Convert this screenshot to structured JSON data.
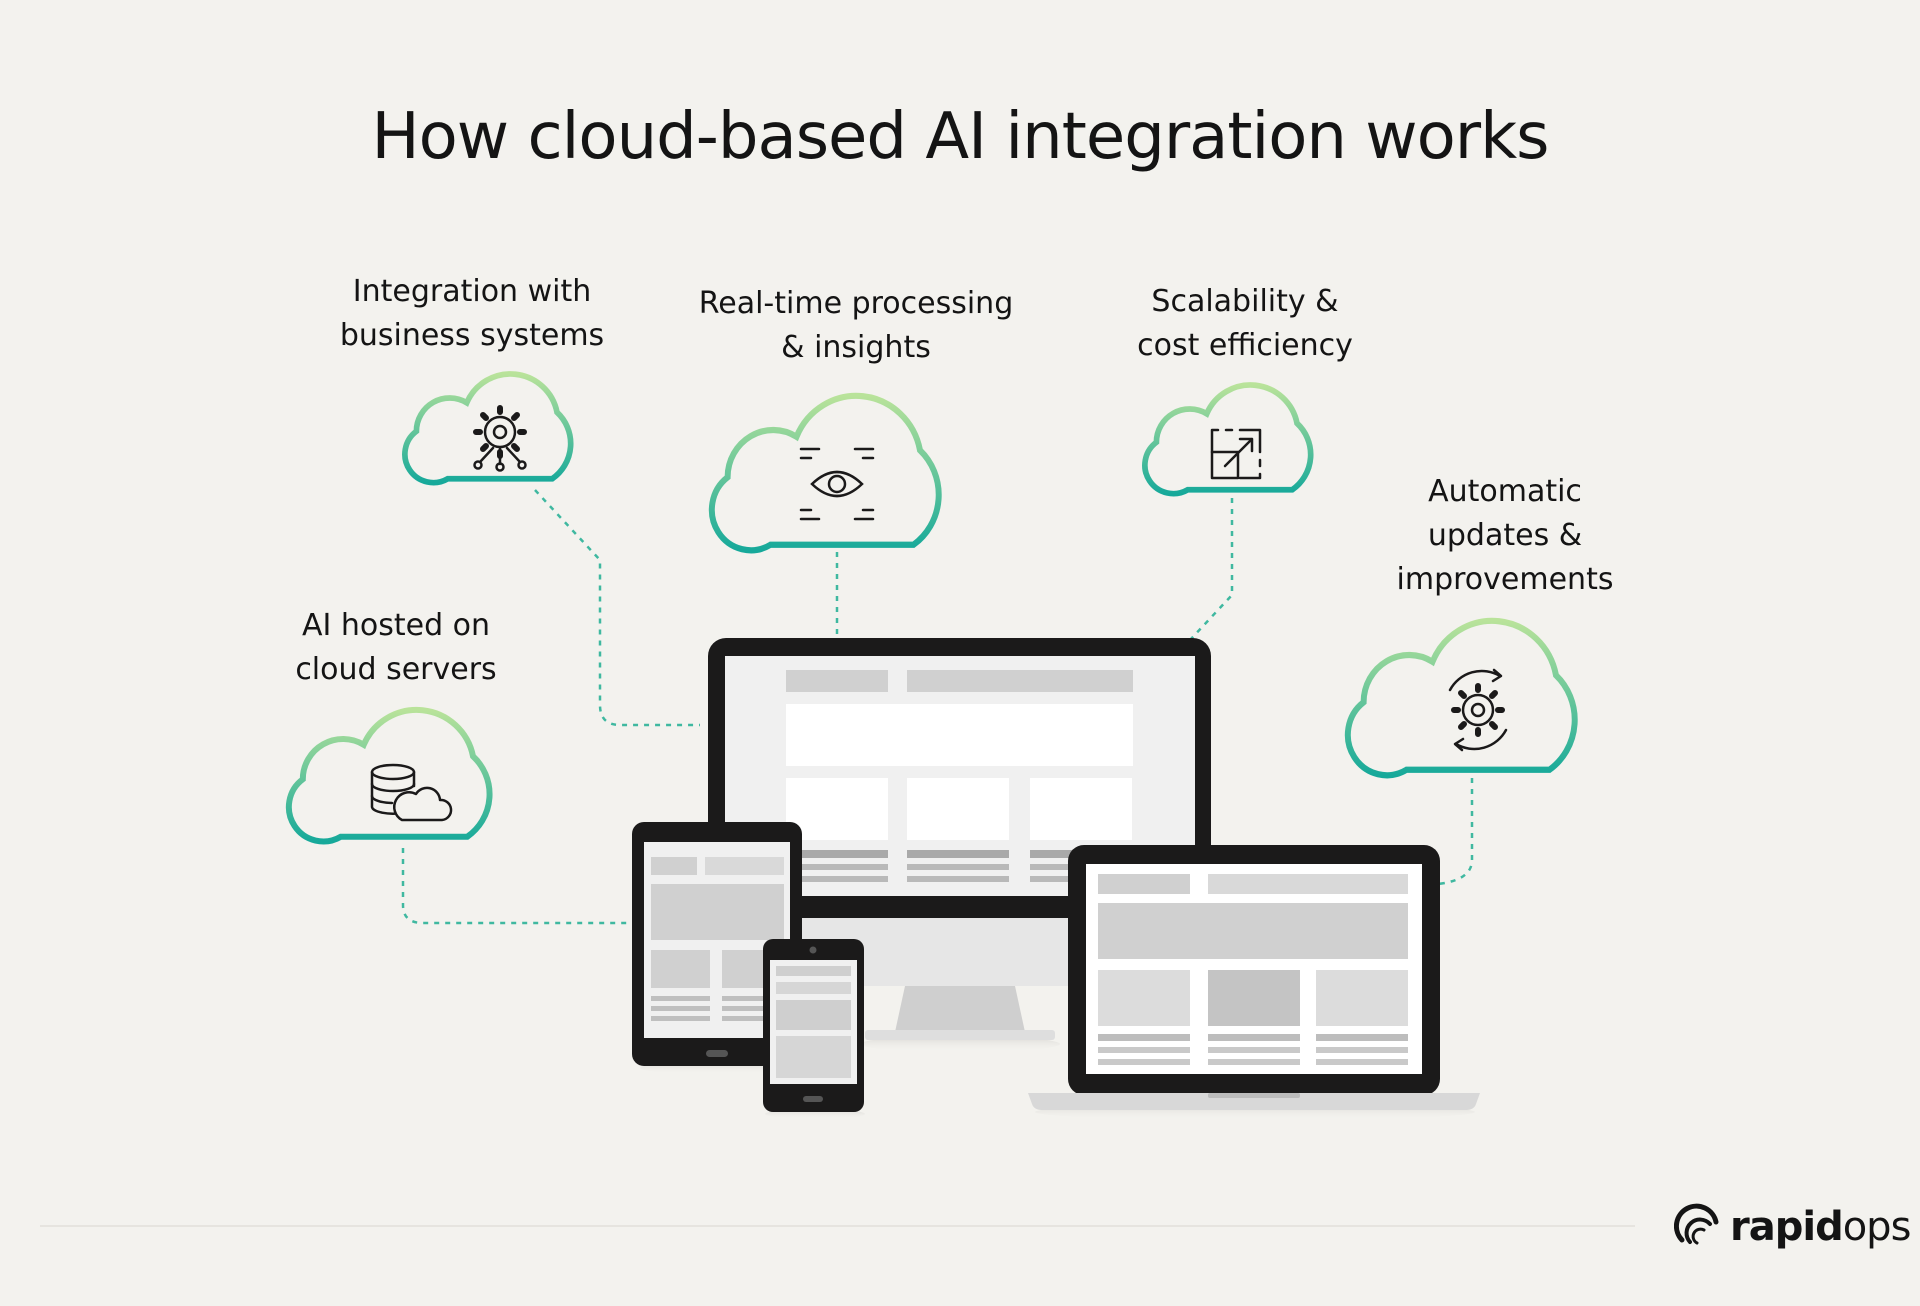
{
  "title": "How cloud-based AI integration works",
  "features": [
    {
      "id": "integration",
      "icon": "gear-network-icon",
      "lines": [
        "Integration with",
        "business systems"
      ]
    },
    {
      "id": "realtime",
      "icon": "eye-scan-icon",
      "lines": [
        "Real-time processing",
        "& insights"
      ]
    },
    {
      "id": "scalability",
      "icon": "expand-arrow-icon",
      "lines": [
        "Scalability &",
        "cost efficiency"
      ]
    },
    {
      "id": "updates",
      "icon": "gear-refresh-icon",
      "lines": [
        "Automatic",
        "updates &",
        "improvements"
      ]
    },
    {
      "id": "hosted",
      "icon": "database-cloud-icon",
      "lines": [
        "AI hosted on",
        "cloud servers"
      ]
    }
  ],
  "devices": [
    "desktop-monitor",
    "tablet",
    "smartphone",
    "laptop"
  ],
  "colors": {
    "cloud_gradient_top": "#b9e39a",
    "cloud_gradient_bottom": "#16a99a",
    "connector": "#3fb8a0",
    "device_frame": "#1b1a1a",
    "background": "#f3f2ee"
  },
  "brand": {
    "name_bold": "rapid",
    "name_light": "ops"
  }
}
